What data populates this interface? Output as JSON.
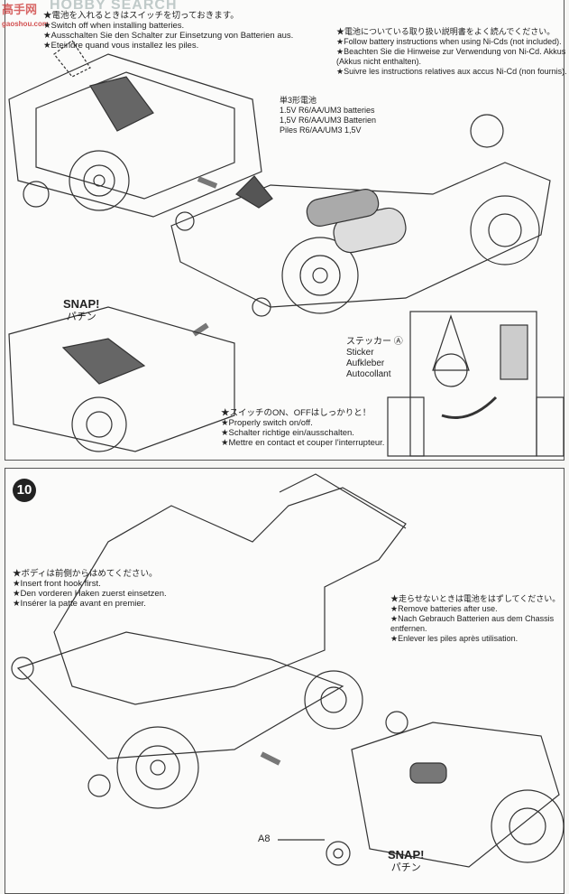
{
  "watermark": {
    "logo": "高手网",
    "site": "gaoshou.com",
    "banner": "HOBBY SEARCH"
  },
  "top_panel": {
    "switch_note": [
      "★電池を入れるときはスイッチを切っておきます。",
      "★Switch off when installing batteries.",
      "★Ausschalten Sie den Schalter zur Einsetzung von Batterien aus.",
      "★Eteindre quand vous installez les piles."
    ],
    "battery_note": [
      "★電池についている取り扱い説明書をよく読んでください。",
      "★Follow battery instructions when using Ni-Cds (not included).",
      "★Beachten Sie die Hinweise zur Verwendung von Ni-Cd. Akkus",
      "(Akkus nicht enthalten).",
      "★Suivre les instructions relatives aux accus Ni-Cd (non fournis)."
    ],
    "battery_label": [
      "単3形電池",
      "1.5V R6/AA/UM3 batteries",
      "1,5V R6/AA/UM3 Batterien",
      "Piles R6/AA/UM3 1,5V"
    ],
    "snap": {
      "en": "SNAP!",
      "jp": "パチン"
    },
    "sticker_label": [
      "ステッカー Ⓐ",
      "Sticker",
      "Aufkleber",
      "Autocollant"
    ],
    "onoff_note": [
      "★スイッチのON、OFFはしっかりと！",
      "★Properly switch on/off.",
      "★Schalter richtige ein/ausschalten.",
      "★Mettre en contact et couper l'interrupteur."
    ]
  },
  "bottom_panel": {
    "step_number": "10",
    "front_hook_note": [
      "★ボディは前側からはめてください。",
      "★Insert front hook first.",
      "★Den vorderen Haken zuerst einsetzen.",
      "★Insérer la patte avant en premier."
    ],
    "remove_note": [
      "★走らせないときは電池をはずしてください。",
      "★Remove batteries after use.",
      "★Nach Gebrauch Batterien aus dem Chassis",
      "entfernen.",
      "★Enlever les piles après utilisation."
    ],
    "part_label": "A8",
    "snap": {
      "en": "SNAP!",
      "jp": "パチン"
    }
  }
}
